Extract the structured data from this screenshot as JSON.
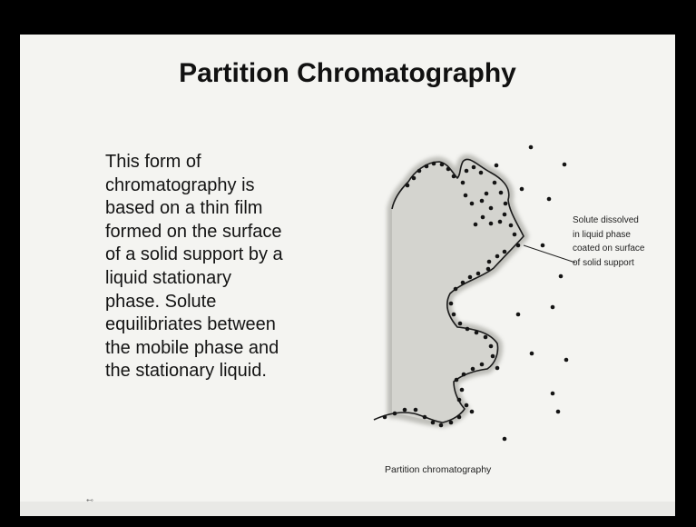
{
  "slide": {
    "title": "Partition Chromatography",
    "body_lines": [
      "This form of",
      "chromatography is",
      "based on a thin film",
      "formed on the surface",
      "of a solid support by a",
      "liquid stationary",
      "phase. Solute",
      "equilibriates between",
      "the mobile phase and",
      "the stationary liquid."
    ]
  },
  "diagram": {
    "annotation_lines": [
      "Solute dissolved",
      "in liquid phase",
      "coated on surface",
      "of solid support"
    ],
    "caption": "Partition chromatography"
  }
}
